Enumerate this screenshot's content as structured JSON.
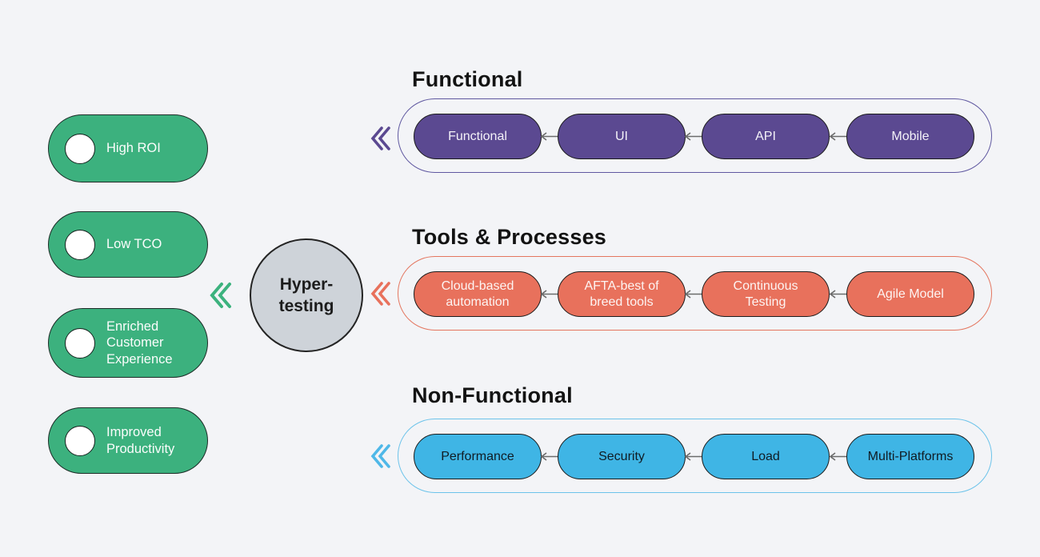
{
  "canvas": {
    "background": "#f3f4f7"
  },
  "icons": {
    "double_chevron_left": "«",
    "arrow_left": "←"
  },
  "benefits": {
    "items": [
      {
        "label": "High ROI"
      },
      {
        "label": "Low TCO"
      },
      {
        "label": "Enriched Customer Experience"
      },
      {
        "label": "Improved Productivity"
      }
    ],
    "accent": "#3cb27e"
  },
  "hub": {
    "lines": [
      "Hyper-",
      "testing"
    ],
    "fill": "#ced3d9"
  },
  "rows": [
    {
      "id": "functional",
      "title": "Functional",
      "accent": "#5b4991",
      "track_border": "#5f58a0",
      "text_color": "#f4f2f8",
      "items": [
        "Functional",
        "UI",
        "API",
        "Mobile"
      ]
    },
    {
      "id": "tools-processes",
      "title": "Tools & Processes",
      "accent": "#e8715c",
      "track_border": "#e4765f",
      "text_color": "#fdf4f2",
      "items": [
        "Cloud-based automation",
        "AFTA-best of breed tools",
        "Continuous Testing",
        "Agile Model"
      ]
    },
    {
      "id": "non-functional",
      "title": "Non-Functional",
      "accent": "#3fb5e5",
      "track_border": "#6cc3ea",
      "text_color": "#101c24",
      "items": [
        "Performance",
        "Security",
        "Load",
        "Multi-Platforms"
      ]
    }
  ]
}
